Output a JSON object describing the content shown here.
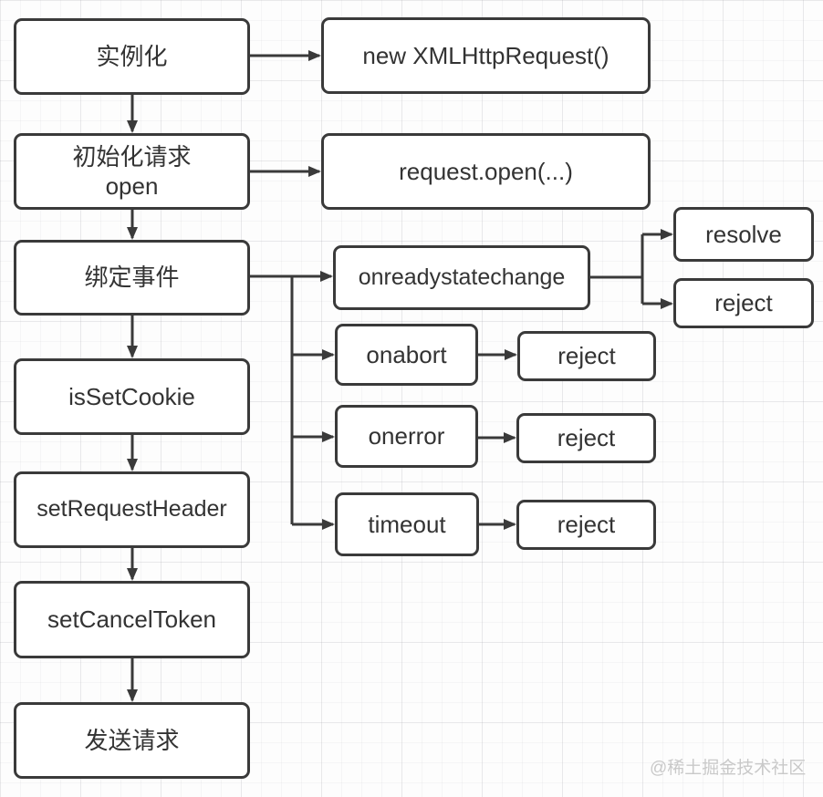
{
  "diagram": {
    "nodes": {
      "instantiate": {
        "label": "实例化"
      },
      "init_request": {
        "label": "初始化请求",
        "sublabel": "open"
      },
      "bind_events": {
        "label": "绑定事件"
      },
      "is_set_cookie": {
        "label": "isSetCookie"
      },
      "set_request_header": {
        "label": "setRequestHeader"
      },
      "set_cancel_token": {
        "label": "setCancelToken"
      },
      "send_request": {
        "label": "发送请求"
      },
      "new_xhr": {
        "label": "new XMLHttpRequest()"
      },
      "request_open": {
        "label": "request.open(...)"
      },
      "onreadystatechange": {
        "label": "onreadystatechange"
      },
      "resolve": {
        "label": "resolve"
      },
      "reject_orsc": {
        "label": "reject"
      },
      "onabort": {
        "label": "onabort"
      },
      "reject_onabort": {
        "label": "reject"
      },
      "onerror": {
        "label": "onerror"
      },
      "reject_onerror": {
        "label": "reject"
      },
      "timeout": {
        "label": "timeout"
      },
      "reject_timeout": {
        "label": "reject"
      }
    },
    "watermark": "@稀土掘金技术社区",
    "colors": {
      "box_border": "#3a3a3a",
      "box_fill": "#ffffff",
      "text": "#333333",
      "arrow": "#3a3a3a",
      "background": "#fdfdfd",
      "watermark": "#c9c9c9"
    }
  }
}
